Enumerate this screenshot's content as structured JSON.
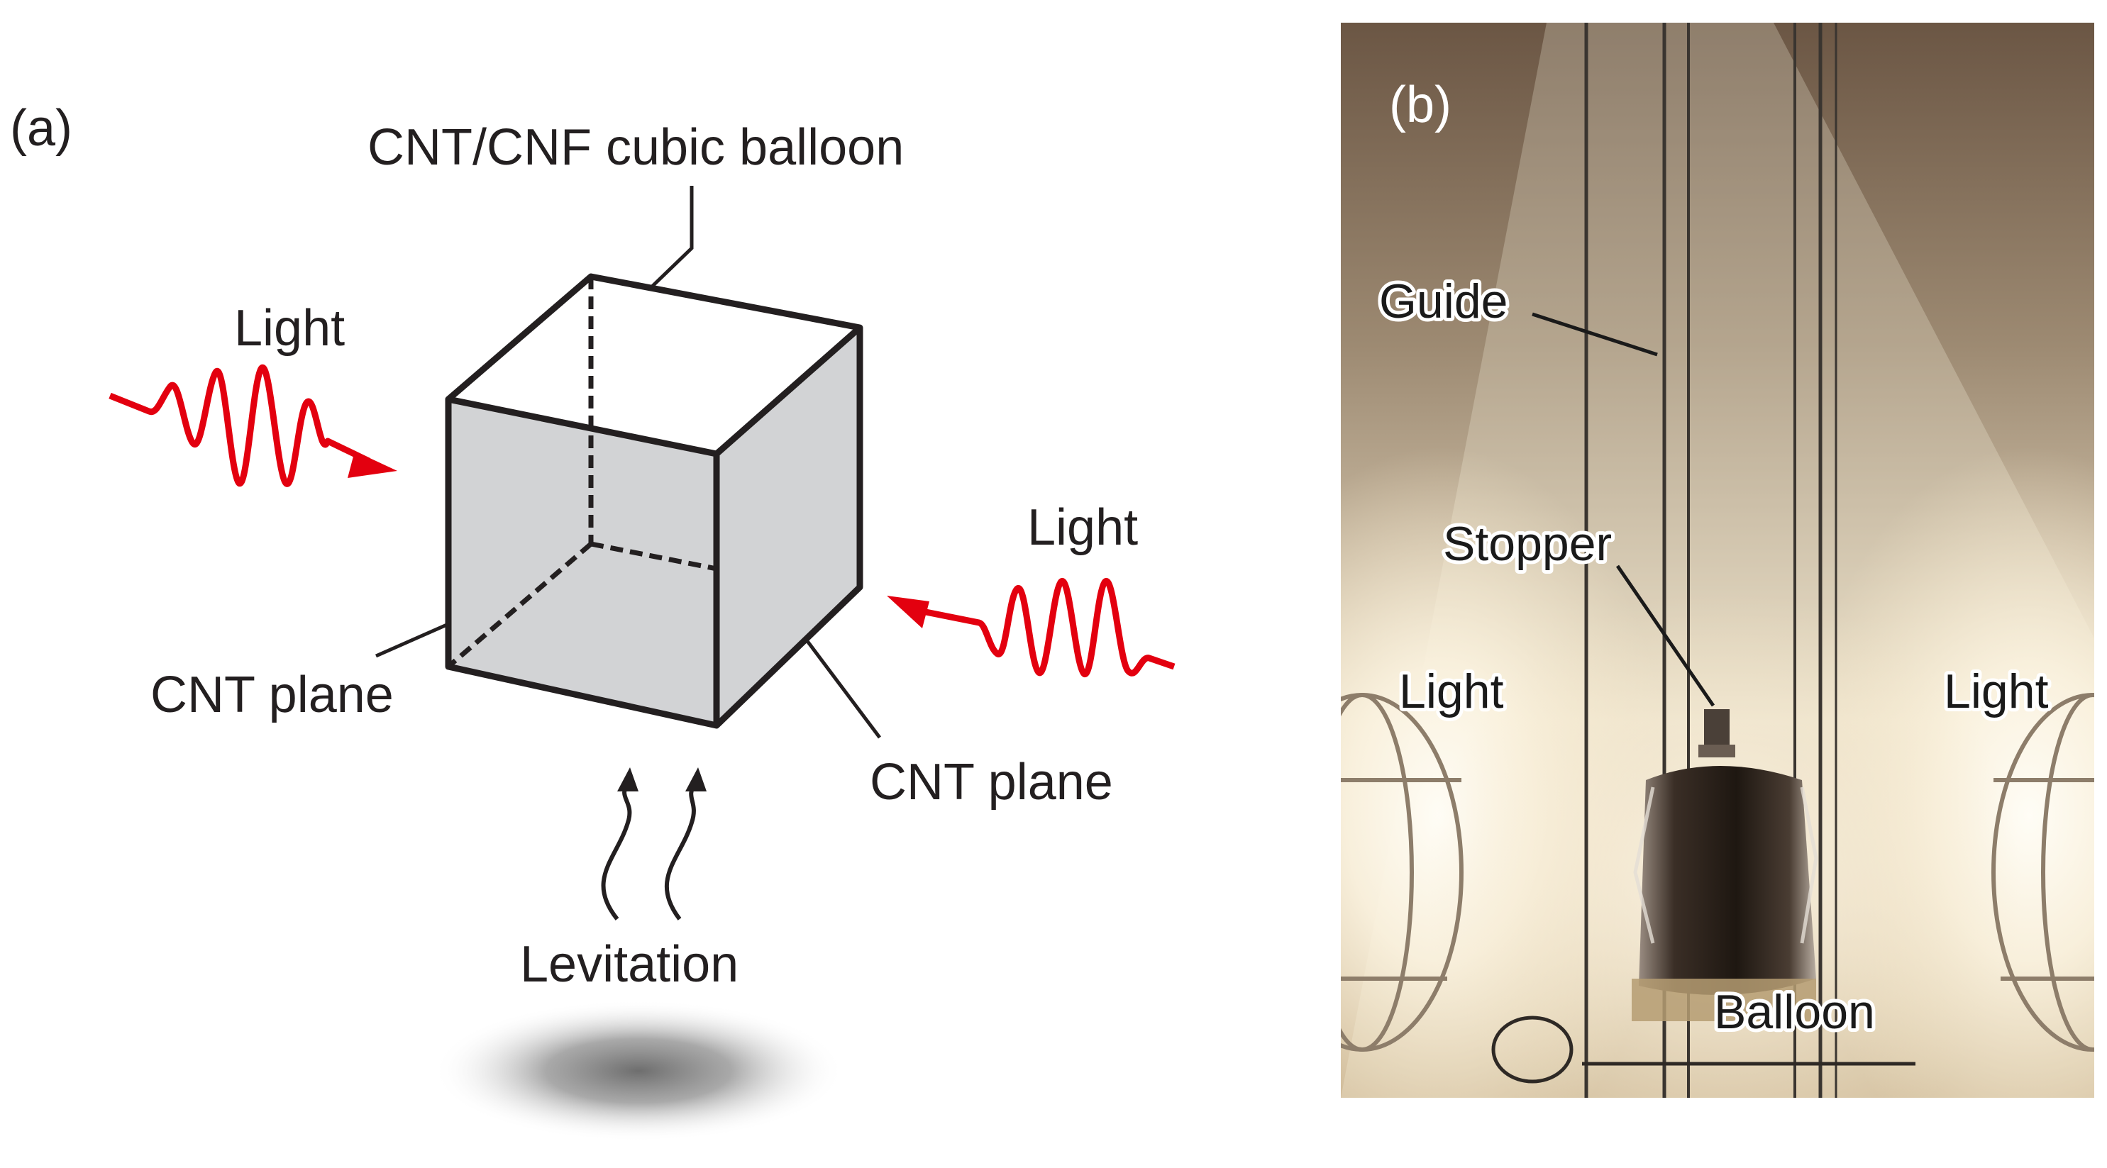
{
  "panel_a": {
    "tag": "(a)",
    "balloon_label": "CNT/CNF cubic balloon",
    "light_left_label": "Light",
    "light_right_label": "Light",
    "cnt_plane_left_label": "CNT plane",
    "cnt_plane_right_label": "CNT plane",
    "levitation_label": "Levitation"
  },
  "panel_b": {
    "tag": "(b)",
    "guide_label": "Guide",
    "stopper_label": "Stopper",
    "light_left_label": "Light",
    "light_right_label": "Light",
    "balloon_label": "Balloon"
  },
  "colors": {
    "light_wave": "#e3000f",
    "outline": "#231f20",
    "cnt_plane_fill": "#d2d3d5"
  }
}
